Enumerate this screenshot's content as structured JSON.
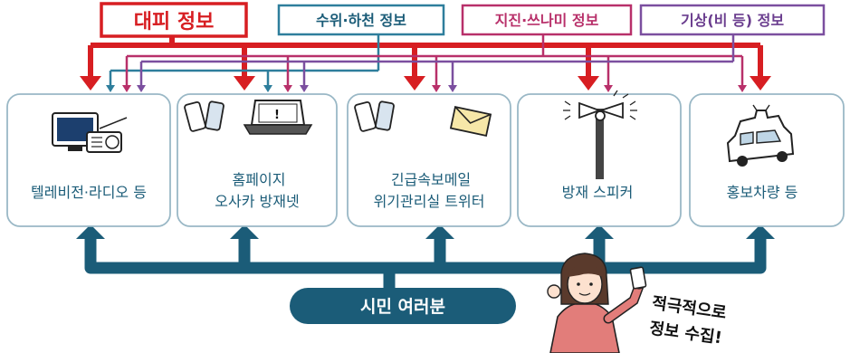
{
  "info_types": {
    "evacuation": "대피 정보",
    "water_level": "수위·하천 정보",
    "earthquake": "지진·쓰나미 정보",
    "weather": "기상(비 등) 정보"
  },
  "channels": {
    "tv_radio": "텔레비전·라디오 등",
    "homepage_line1": "홈페이지",
    "homepage_line2": "오사카 방재넷",
    "email_line1": "긴급속보메일",
    "email_line2": "위기관리실 트위터",
    "speaker": "방재 스피커",
    "vehicle": "홍보차량 등"
  },
  "citizens": "시민 여러분",
  "note_line1": "적극적으로",
  "note_line2": "정보 수집!",
  "colors": {
    "red": "#d71e22",
    "teal": "#1b5c78",
    "pink": "#b8306a",
    "purple": "#6a3d8e",
    "box_border": "#9ab8c6"
  },
  "icons": [
    "tv-icon",
    "radio-icon",
    "phone-icon",
    "laptop-icon",
    "envelope-icon",
    "loudspeaker-icon",
    "car-icon",
    "person-icon"
  ]
}
